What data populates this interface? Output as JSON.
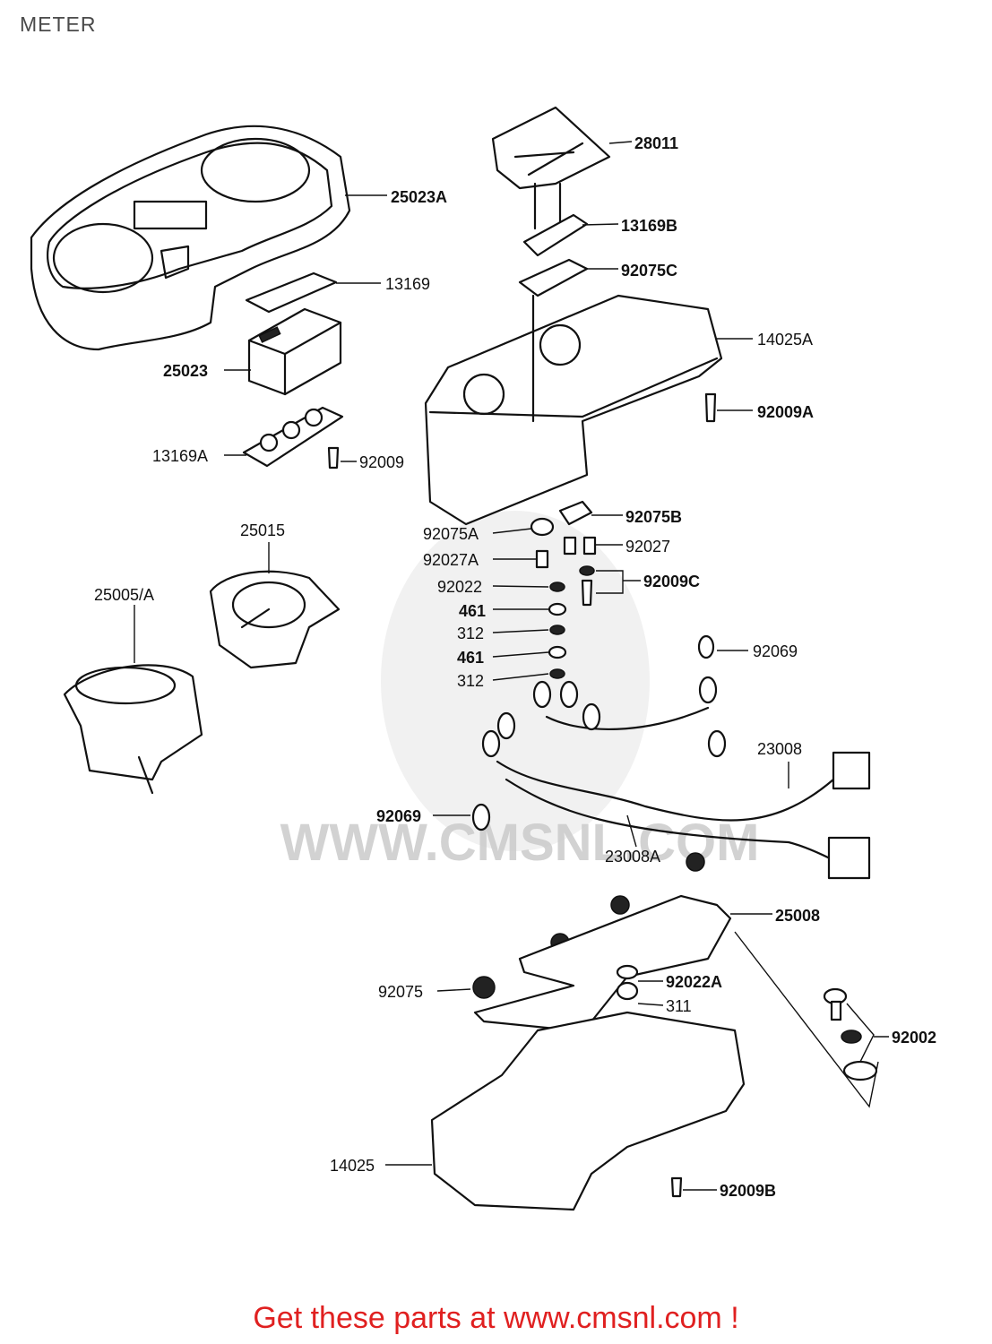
{
  "title": "METER",
  "watermark": "WWW.CMSNL.COM",
  "footer": "Get these parts at www.cmsnl.com !",
  "parts": {
    "p28011": "28011",
    "p25023A": "25023A",
    "p13169B": "13169B",
    "p92075C": "92075C",
    "p13169": "13169",
    "p14025A": "14025A",
    "p25023": "25023",
    "p92009A": "92009A",
    "p13169A": "13169A",
    "p92009": "92009",
    "p25015": "25015",
    "p92075B": "92075B",
    "p92075A": "92075A",
    "p92027": "92027",
    "p25005A": "25005/A",
    "p92027A": "92027A",
    "p92022": "92022",
    "p92009C": "92009C",
    "p461a": "461",
    "p312a": "312",
    "p92069a": "92069",
    "p461b": "461",
    "p312b": "312",
    "p23008": "23008",
    "p92069b": "92069",
    "p23008A": "23008A",
    "p25008": "25008",
    "p92022A": "92022A",
    "p92075": "92075",
    "p311": "311",
    "p92002": "92002",
    "p14025": "14025",
    "p92009B": "92009B"
  }
}
